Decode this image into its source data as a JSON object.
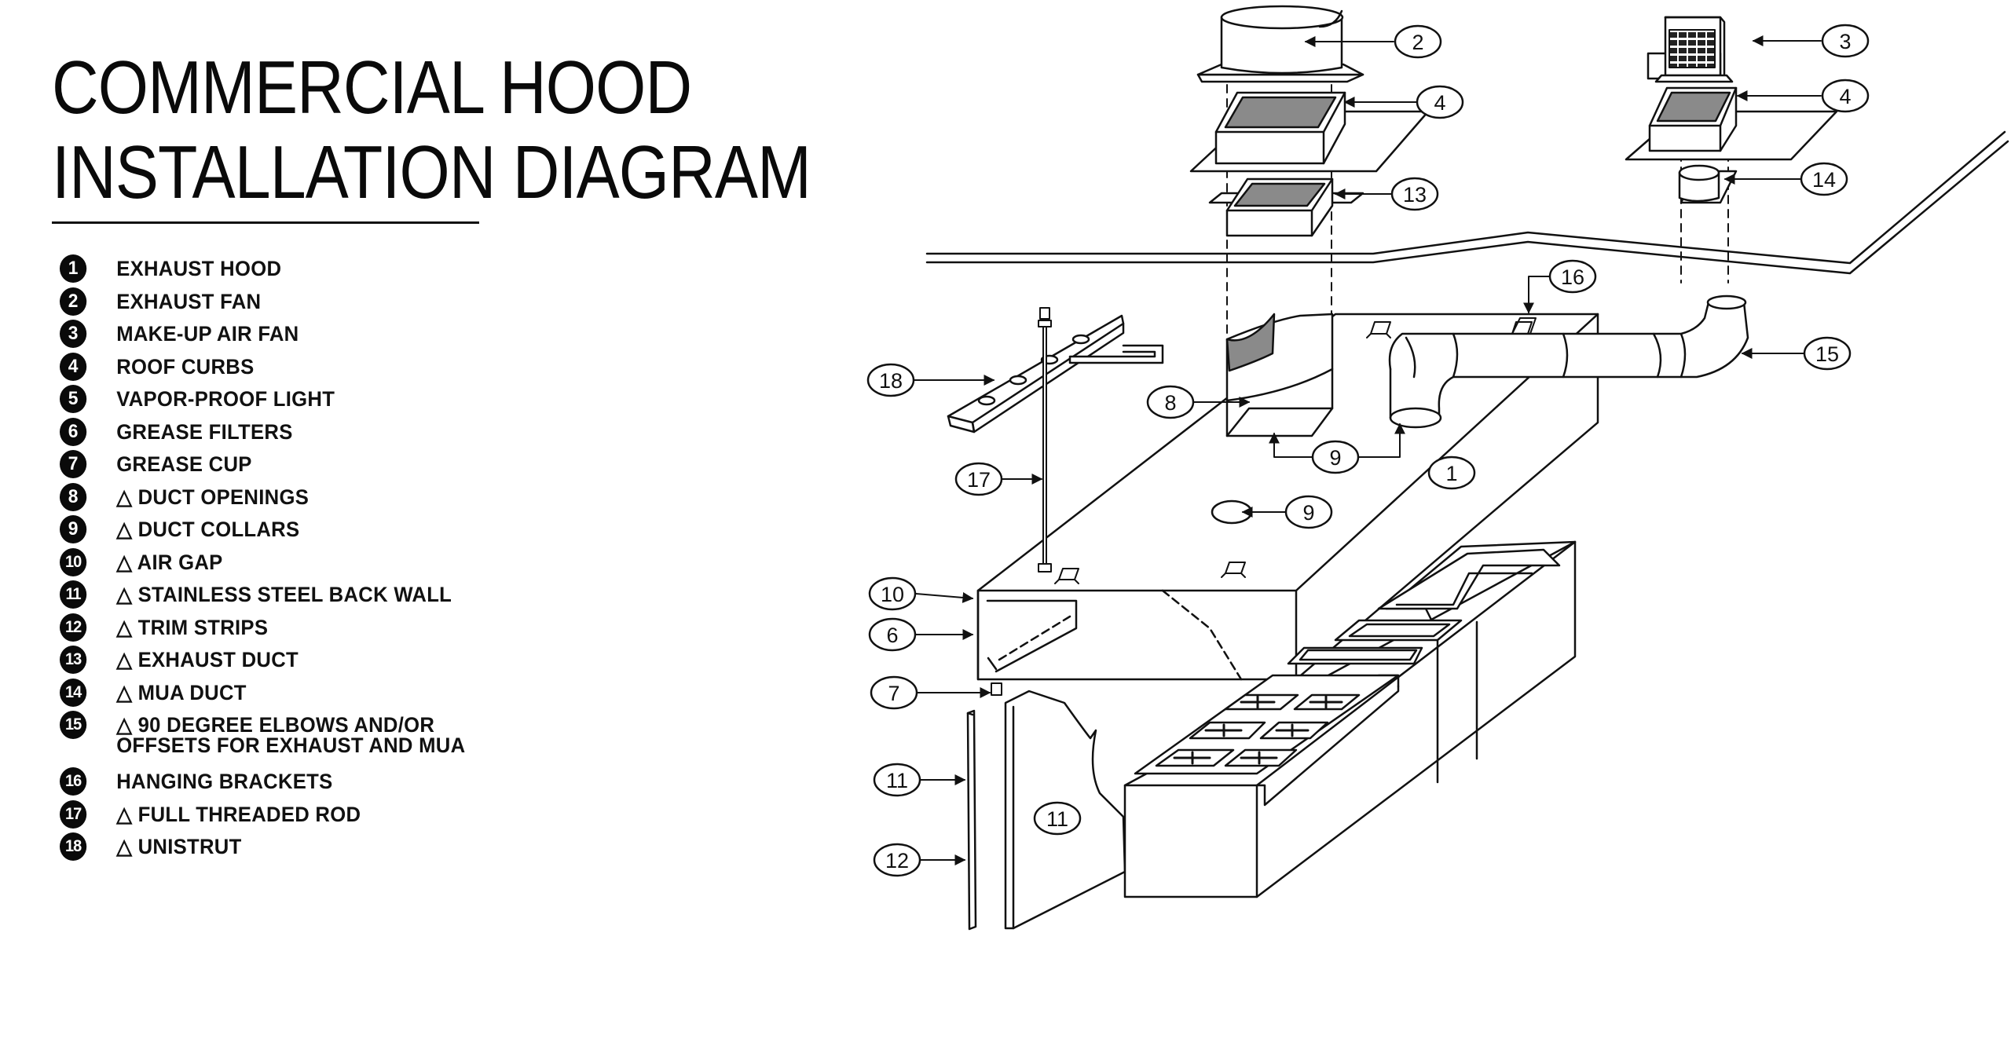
{
  "title": {
    "line1": "COMMERCIAL HOOD",
    "line2": "INSTALLATION DIAGRAM"
  },
  "legend": [
    {
      "num": "1",
      "label": "EXHAUST HOOD"
    },
    {
      "num": "2",
      "label": "EXHAUST FAN"
    },
    {
      "num": "3",
      "label": "MAKE-UP AIR FAN"
    },
    {
      "num": "4",
      "label": "ROOF CURBS"
    },
    {
      "num": "5",
      "label": "VAPOR-PROOF LIGHT"
    },
    {
      "num": "6",
      "label": "GREASE FILTERS"
    },
    {
      "num": "7",
      "label": "GREASE CUP"
    },
    {
      "num": "8",
      "label": "△ DUCT OPENINGS"
    },
    {
      "num": "9",
      "label": "△ DUCT COLLARS"
    },
    {
      "num": "10",
      "label": "△ AIR GAP"
    },
    {
      "num": "11",
      "label": "△ STAINLESS STEEL BACK WALL"
    },
    {
      "num": "12",
      "label": "△ TRIM STRIPS"
    },
    {
      "num": "13",
      "label": "△ EXHAUST DUCT"
    },
    {
      "num": "14",
      "label": "△ MUA DUCT"
    },
    {
      "num": "15",
      "label": "△ 90 DEGREE ELBOWS AND/OR\nOFFSETS FOR EXHAUST AND MUA"
    },
    {
      "num": "16",
      "label": "HANGING BRACKETS"
    },
    {
      "num": "17",
      "label": "△ FULL THREADED ROD"
    },
    {
      "num": "18",
      "label": "△ UNISTRUT"
    }
  ],
  "callouts": {
    "c1": "1",
    "c2": "2",
    "c3": "3",
    "c4a": "4",
    "c4b": "4",
    "c6": "6",
    "c7": "7",
    "c8": "8",
    "c9a": "9",
    "c9b": "9",
    "c10": "10",
    "c11a": "11",
    "c11b": "11",
    "c12": "12",
    "c13": "13",
    "c14": "14",
    "c15": "15",
    "c16": "16",
    "c17": "17",
    "c18": "18"
  }
}
